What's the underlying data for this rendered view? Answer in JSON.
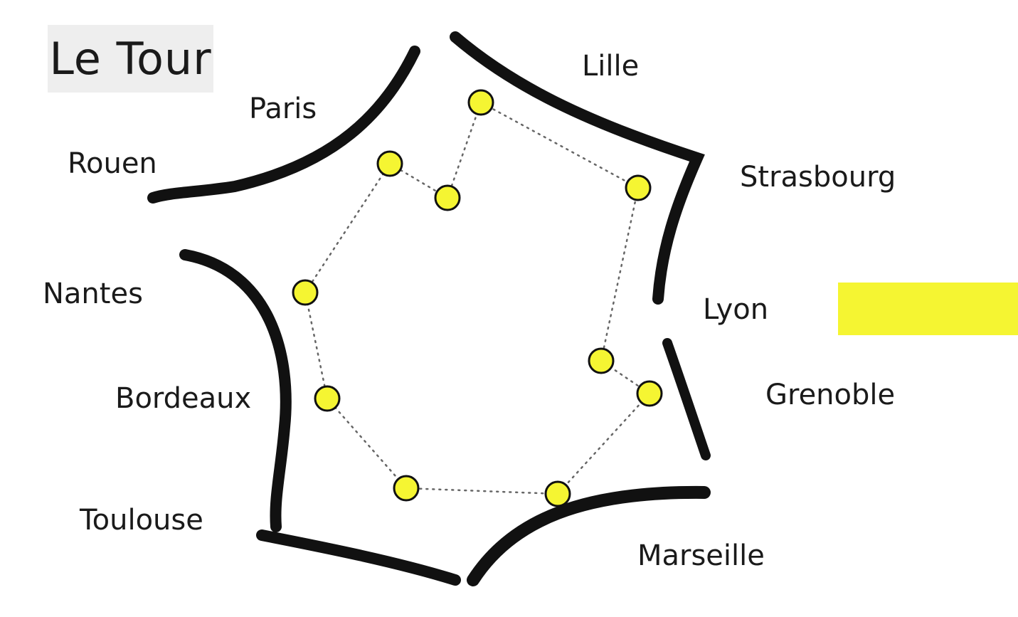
{
  "title": "Le Tour",
  "accent_color": "#f5f532",
  "cities": [
    {
      "name": "Lille"
    },
    {
      "name": "Strasbourg"
    },
    {
      "name": "Lyon"
    },
    {
      "name": "Grenoble"
    },
    {
      "name": "Marseille"
    },
    {
      "name": "Toulouse"
    },
    {
      "name": "Bordeaux"
    },
    {
      "name": "Nantes"
    },
    {
      "name": "Rouen"
    },
    {
      "name": "Paris"
    }
  ]
}
